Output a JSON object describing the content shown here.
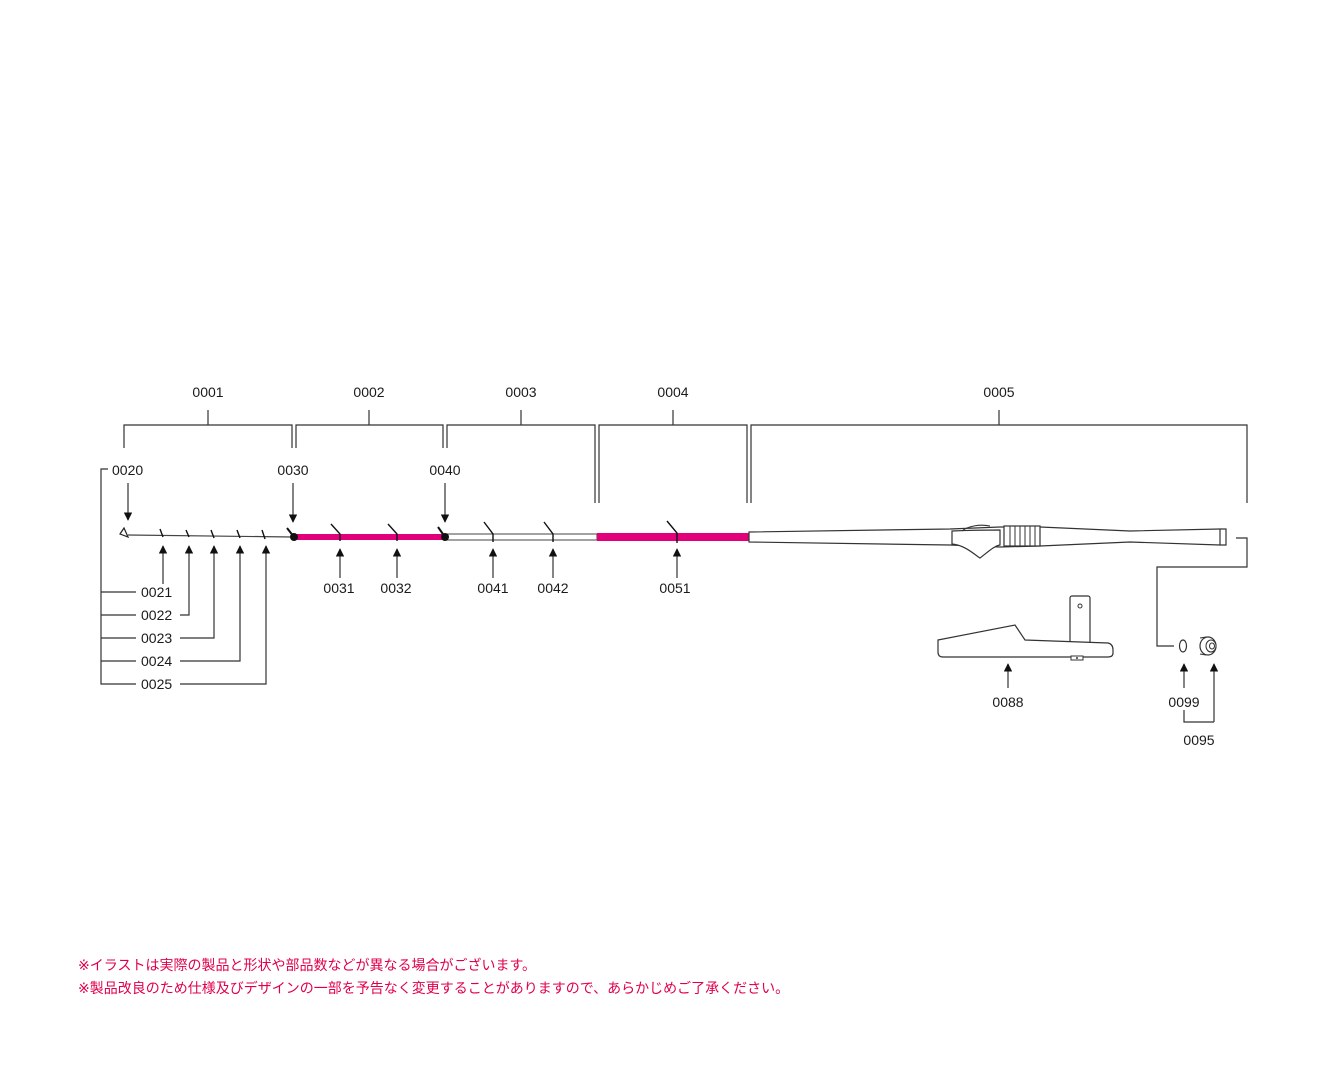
{
  "sections": [
    {
      "id": "0001"
    },
    {
      "id": "0002"
    },
    {
      "id": "0003"
    },
    {
      "id": "0004"
    },
    {
      "id": "0005"
    }
  ],
  "parts": {
    "tip_top": "0020",
    "guides_sec1": [
      "0021",
      "0022",
      "0023",
      "0024",
      "0025"
    ],
    "joint_2": "0030",
    "joint_3": "0040",
    "guides_sec2": [
      "0031",
      "0032"
    ],
    "guides_sec3": [
      "0041",
      "0042"
    ],
    "guides_sec4": [
      "0051"
    ],
    "reel_seat_part": "0088",
    "butt_cap_oring": "0099",
    "butt_cap_set": "0095"
  },
  "colors": {
    "accent_blank": "#e2007a",
    "note_text": "#e0004a",
    "line": "#333333"
  },
  "notes": [
    "※イラストは実際の製品と形状や部品数などが異なる場合がございます。",
    "※製品改良のため仕様及びデザインの一部を予告なく変更することがありますので、あらかじめご了承ください。"
  ]
}
